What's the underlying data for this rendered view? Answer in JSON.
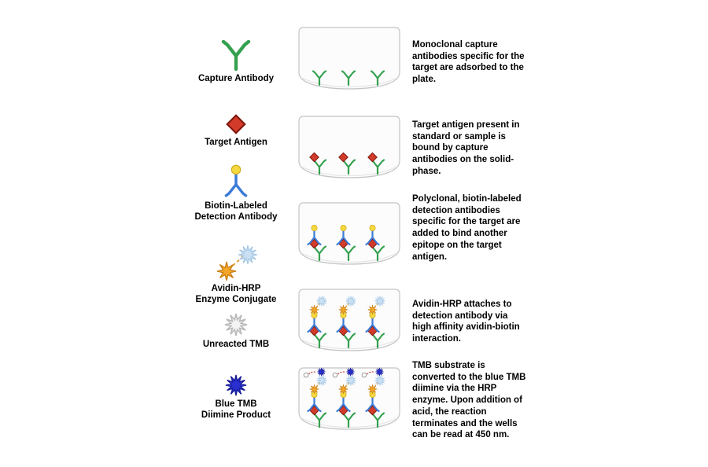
{
  "legend": {
    "items": [
      {
        "name": "capture-antibody",
        "lines": [
          "Capture Antibody",
          ""
        ]
      },
      {
        "name": "target-antigen",
        "lines": [
          "Target Antigen",
          ""
        ]
      },
      {
        "name": "biotin-labeled-detection-antibody",
        "lines": [
          "Biotin-Labeled",
          "Detection Antibody"
        ]
      },
      {
        "name": "avidin-hrp-enzyme-conjugate",
        "lines": [
          "Avidin-HRP",
          "Enzyme Conjugate"
        ]
      },
      {
        "name": "unreacted-tmb",
        "lines": [
          "Unreacted TMB",
          ""
        ]
      },
      {
        "name": "blue-tmb-diimine-product",
        "lines": [
          "Blue TMB",
          "Diimine Product"
        ]
      }
    ]
  },
  "steps": [
    {
      "description": "Monoclonal capture antibodies specific for the target are adsorbed to the plate."
    },
    {
      "description": "Target antigen present in standard or sample is bound by capture antibodies on the solid-phase."
    },
    {
      "description": "Polyclonal, biotin-labeled detection antibodies specific for the target are added to bind another epitope on the target antigen."
    },
    {
      "description": "Avidin-HRP attaches to detection antibody via high affinity avidin-biotin interaction."
    },
    {
      "description": "TMB substrate is converted to the blue TMB diimine via the HRP enzyme. Upon addition of acid, the reaction terminates and the wells can be read at 450 nm."
    }
  ],
  "colors": {
    "capture_antibody_green": "#35a14f",
    "target_antigen_red": "#d23b2a",
    "detection_antibody_blue": "#3c7cd8",
    "biotin_yellow": "#f6d93f",
    "avidin_orange": "#f3a62a",
    "hrp_light_blue": "#cadff2",
    "unreacted_tmb_gray": "#c9c9c9",
    "tmb_blue": "#2a2fd0"
  }
}
